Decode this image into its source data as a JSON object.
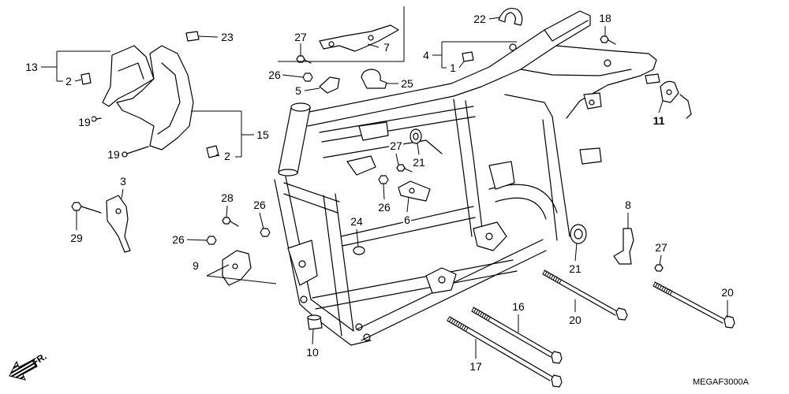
{
  "diagram": {
    "callouts": [
      "13",
      "2",
      "23",
      "27",
      "7",
      "22",
      "18",
      "4",
      "1",
      "26",
      "5",
      "25",
      "19",
      "19",
      "15",
      "2",
      "11",
      "27",
      "21",
      "3",
      "28",
      "26",
      "26",
      "6",
      "24",
      "29",
      "26",
      "8",
      "9",
      "27",
      "21",
      "20",
      "16",
      "20",
      "10",
      "17"
    ],
    "direction_label": "FR.",
    "diagram_code": "MEGAF3000A"
  }
}
